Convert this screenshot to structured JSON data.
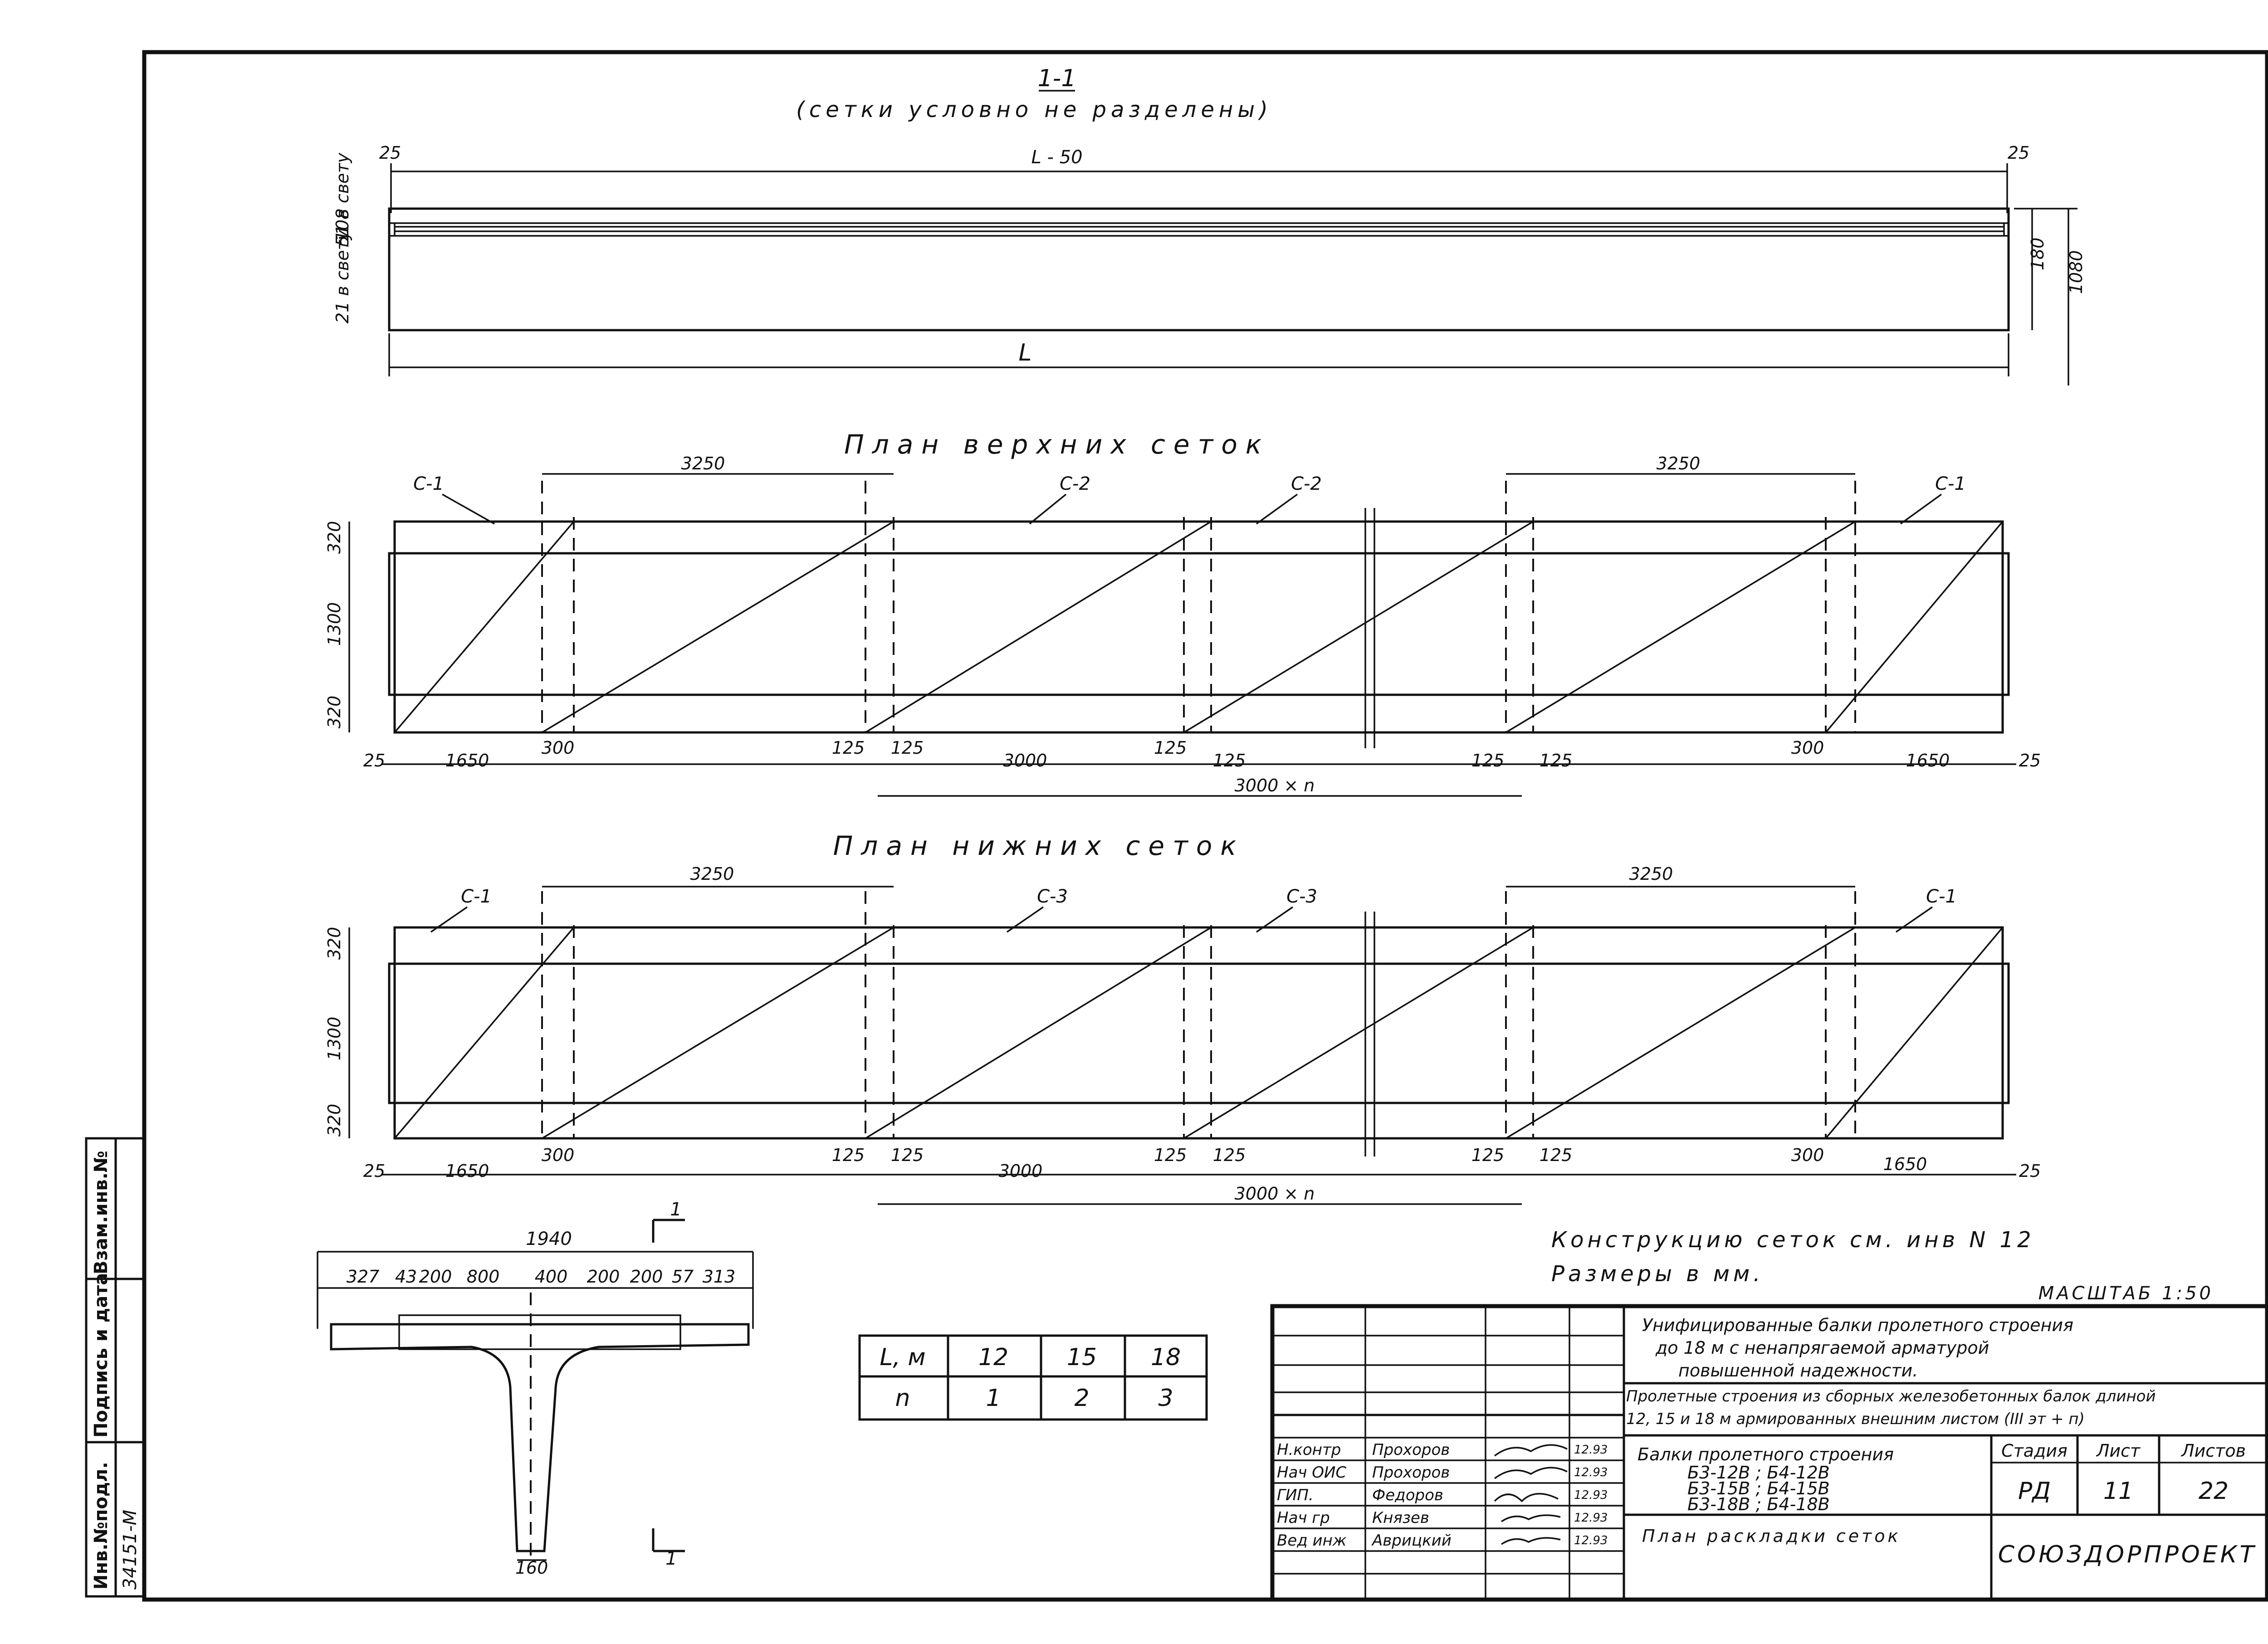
{
  "section": {
    "title": "1-1",
    "subtitle": "(сетки условно не разделены)",
    "dim_top": "L - 50",
    "dim_bottom": "L",
    "dim_edge": "25",
    "left_top": "51 в свету",
    "left_mid": "108",
    "left_bot": "21 в свету",
    "right_inner": "180",
    "right_outer": "1080"
  },
  "top_plan": {
    "title": "План верхних сеток",
    "labels": [
      "С-1",
      "С-2",
      "С-2",
      "С-1"
    ]
  },
  "bottom_plan": {
    "title": "План нижних сеток",
    "labels": [
      "С-1",
      "С-3",
      "С-3",
      "С-1"
    ]
  },
  "plan_dims": {
    "d3250": "3250",
    "d320": "320",
    "d1300": "1300",
    "d25": "25",
    "d1650": "1650",
    "d300": "300",
    "d125": "125",
    "d3000": "3000",
    "d3000n": "3000 × n"
  },
  "cross_section": {
    "total": "1940",
    "parts": [
      "327",
      "43",
      "200",
      "800",
      "400",
      "200",
      "200",
      "57",
      "313"
    ],
    "bottom": "160",
    "cut": "1"
  },
  "notes": {
    "n1": "Конструкцию сеток см. инв N 12",
    "n2": "Размеры в мм.",
    "scale": "МАСШТАБ 1:50"
  },
  "table": {
    "head": [
      "L, м",
      "12",
      "15",
      "18"
    ],
    "row": [
      "n",
      "1",
      "2",
      "3"
    ]
  },
  "title_block": {
    "t1": "Унифицированные балки пролетного строения",
    "t2": "до 18 м с ненапрягаемой арматурой",
    "t3": "повышенной надежности.",
    "t4": "Пролетные строения из сборных железобетонных балок длиной",
    "t5": "12, 15 и 18 м армированных внешним листом (III эт + п)",
    "beams_title": "Балки пролетного строения",
    "beams_1": "Б3-12В ; Б4-12В",
    "beams_2": "Б3-15В ; Б4-15В",
    "beams_3": "Б3-18В ; Б4-18В",
    "sheet_title": "План раскладки сеток",
    "stage_h": "Стадия",
    "sheet_h": "Лист",
    "sheets_h": "Листов",
    "stage": "РД",
    "sheet": "11",
    "sheets": "22",
    "org": "СОЮЗДОРПРОЕКТ",
    "roles": [
      "Н.контр",
      "Нач ОИС",
      "ГИП.",
      "Нач гр",
      "Вед инж",
      ""
    ],
    "names": [
      "Прохоров",
      "Прохоров",
      "Федоров",
      "Князев",
      "Аврицкий",
      ""
    ],
    "dates": [
      "12.93",
      "12.93",
      "12.93",
      "12.93",
      "12.93",
      ""
    ]
  },
  "side_stamp": {
    "c1": "Инв.№подл.",
    "c2": "Подпись и дата",
    "c3": "Взам.инв.№",
    "inv": "34151-М"
  }
}
